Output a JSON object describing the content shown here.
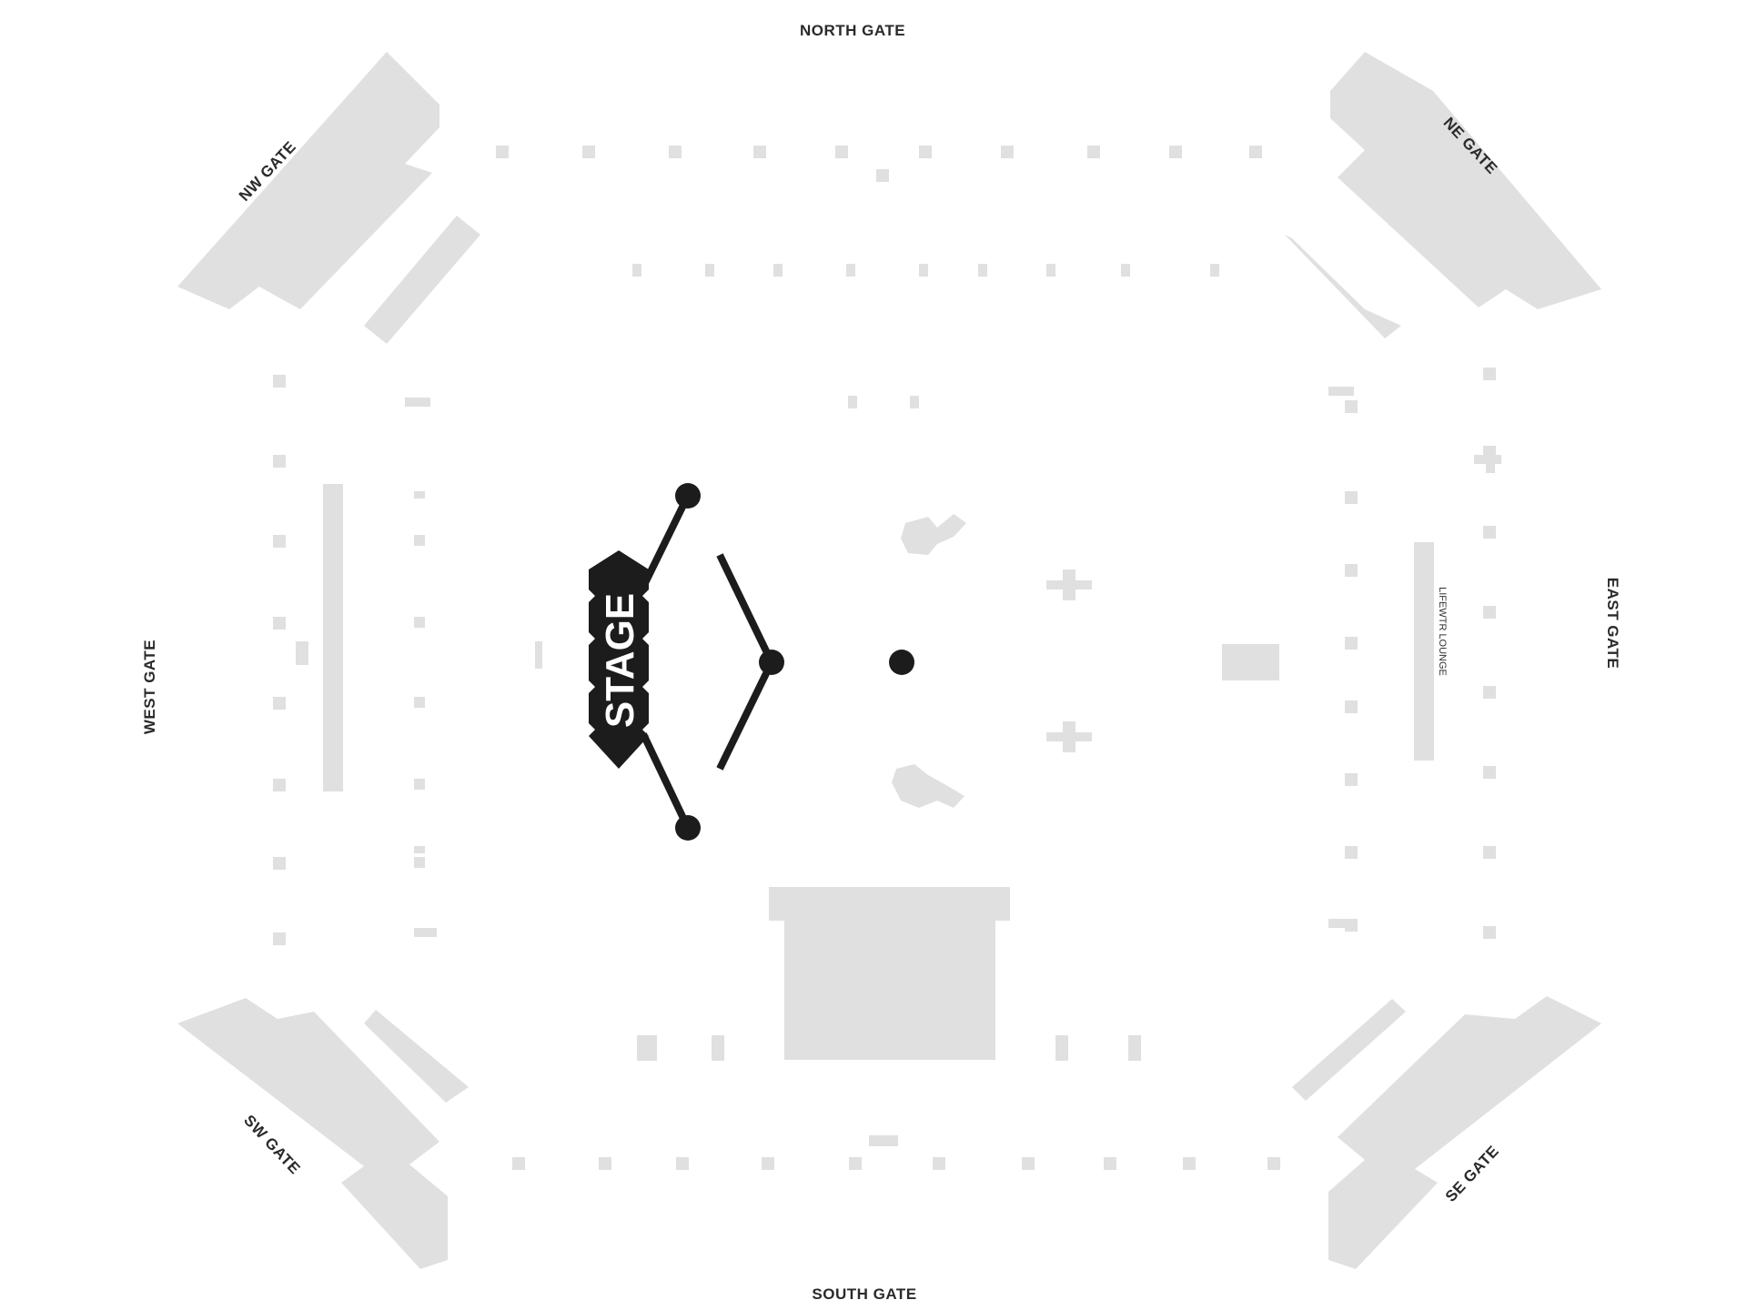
{
  "gates": {
    "north": "NORTH GATE",
    "south": "SOUTH GATE",
    "west": "WEST GATE",
    "east": "EAST GATE",
    "nw": "NW GATE",
    "ne": "NE GATE",
    "sw": "SW GATE",
    "se": "SE GATE"
  },
  "stage": {
    "label": "STAGE"
  },
  "lounge": {
    "label": "LIFEWTR LOUNGE"
  },
  "colors": {
    "section_fill": "#e0e0e0",
    "stage_fill": "#1c1c1c",
    "label_text": "#2a2a2a",
    "background": "#ffffff"
  }
}
